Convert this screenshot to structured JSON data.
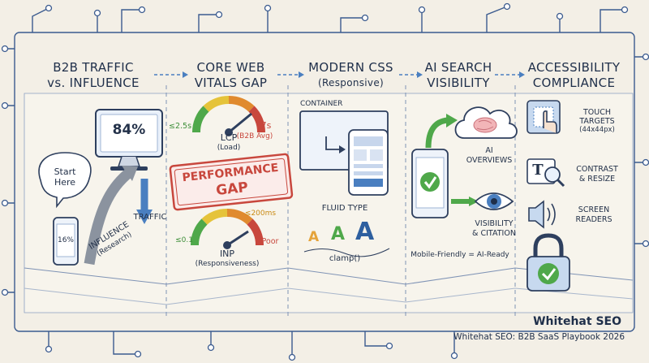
{
  "colors": {
    "background": "#f3efe6",
    "navy": "#1f3a6e",
    "ink": "#24324a",
    "accent_blue": "#4a7fc0",
    "green": "#4fa84a",
    "red": "#c8473d",
    "orange": "#e08a2e",
    "yellow": "#e5c33a"
  },
  "columns": [
    {
      "title_line1": "B2B TRAFFIC",
      "title_line2": "vs. INFLUENCE"
    },
    {
      "title_line1": "CORE WEB",
      "title_line2": "VITALS GAP"
    },
    {
      "title_line1": "MODERN CSS",
      "title_line2": "(Responsive)"
    },
    {
      "title_line1": "AI SEARCH",
      "title_line2": "VISIBILITY"
    },
    {
      "title_line1": "ACCESSIBILITY",
      "title_line2": "COMPLIANCE"
    }
  ],
  "traffic": {
    "monitor_value": "84%",
    "phone_value": "16%",
    "bubble_line1": "Start",
    "bubble_line2": "Here",
    "traffic_label": "TRAFFIC",
    "influence_label": "INFLUENCE",
    "influence_sub": "(Research)"
  },
  "vitals": {
    "lcp_good": "≤2.5s",
    "lcp_value": "7s",
    "lcp_avg": "(B2B Avg)",
    "lcp_label": "LCP",
    "lcp_sub": "(Load)",
    "stamp_line1": "PERFORMANCE",
    "stamp_line2": "GAP",
    "inp_threshold": "≤200ms",
    "inp_good": "≤0.1",
    "inp_poor": "Poor",
    "inp_label": "INP",
    "inp_sub": "(Responsiveness)"
  },
  "css": {
    "container_label": "CONTAINER",
    "fluid_label": "FLUID TYPE",
    "letters": [
      "A",
      "A",
      "A"
    ],
    "clamp_label": "clamp()"
  },
  "ai": {
    "overviews_line1": "AI",
    "overviews_line2": "OVERVIEWS",
    "visibility_line1": "VISIBILITY",
    "visibility_line2": "& CITATION",
    "mobile_label": "Mobile-Friendly = AI-Ready"
  },
  "a11y": {
    "touch_line1": "TOUCH",
    "touch_line2": "TARGETS",
    "touch_line3": "(44x44px)",
    "contrast_line1": "CONTRAST",
    "contrast_line2": "& RESIZE",
    "contrast_icon_letter": "T",
    "screen_line1": "SCREEN",
    "screen_line2": "READERS"
  },
  "footer": {
    "brand": "Whitehat SEO",
    "caption": "Whitehat SEO: B2B SaaS Playbook 2026"
  }
}
